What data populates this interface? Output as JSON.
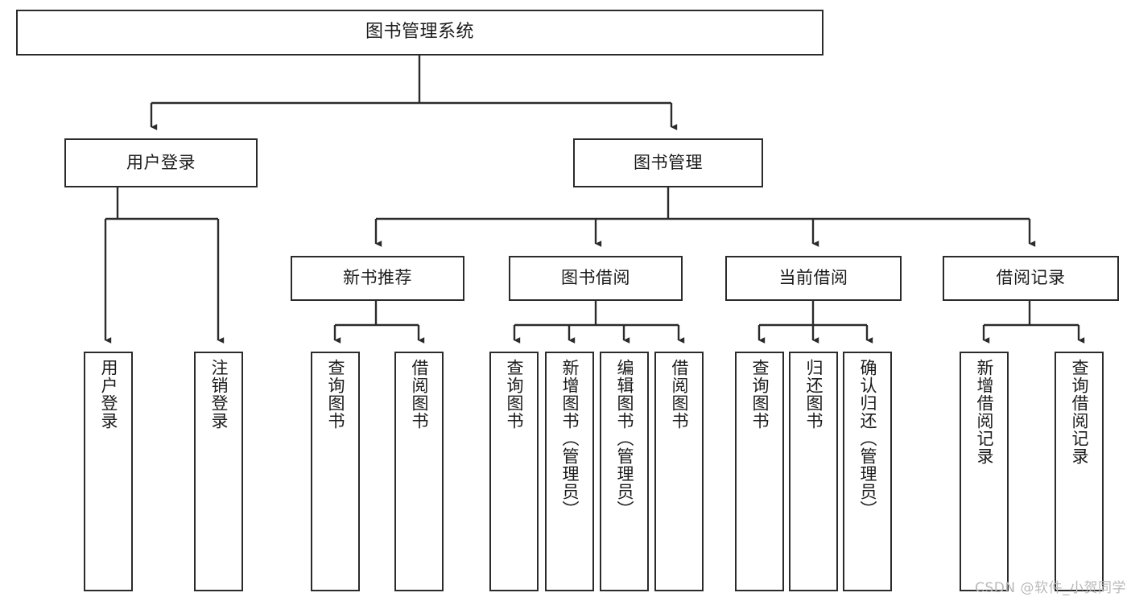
{
  "diagram": {
    "title": "图书管理系统",
    "type": "tree-hierarchy-chart",
    "colors": {
      "node_border": "#2b2b2b",
      "node_fill": "#ffffff",
      "edge": "#2b2b2b",
      "text": "#1b1b1b",
      "watermark": "#b9b9b9",
      "background": "#ffffff"
    },
    "watermark": "CSDN @软件_小贺同学"
  },
  "nodes": {
    "root": {
      "label": "图书管理系统"
    },
    "level1": [
      {
        "id": "user-login",
        "label": "用户登录"
      },
      {
        "id": "book-manage",
        "label": "图书管理"
      }
    ],
    "level2": [
      {
        "id": "new-book-recommend",
        "label": "新书推荐"
      },
      {
        "id": "book-borrow",
        "label": "图书借阅"
      },
      {
        "id": "current-borrow",
        "label": "当前借阅"
      },
      {
        "id": "borrow-record",
        "label": "借阅记录"
      }
    ],
    "leaves": {
      "user_login": [
        {
          "id": "leaf-user-login",
          "label": "用户登录"
        },
        {
          "id": "leaf-logout-login",
          "label": "注销登录"
        }
      ],
      "new_book_recommend": [
        {
          "id": "leaf-query-book-1",
          "label": "查询图书"
        },
        {
          "id": "leaf-borrow-book-1",
          "label": "借阅图书"
        }
      ],
      "book_borrow": [
        {
          "id": "leaf-query-book-2",
          "label": "查询图书"
        },
        {
          "id": "leaf-add-book",
          "label": "新增图书（管理员）"
        },
        {
          "id": "leaf-edit-book",
          "label": "编辑图书（管理员）"
        },
        {
          "id": "leaf-borrow-book-2",
          "label": "借阅图书"
        }
      ],
      "current_borrow": [
        {
          "id": "leaf-query-book-3",
          "label": "查询图书"
        },
        {
          "id": "leaf-return-book",
          "label": "归还图书"
        },
        {
          "id": "leaf-confirm-return",
          "label": "确认归还（管理员）"
        }
      ],
      "borrow_record": [
        {
          "id": "leaf-add-record",
          "label": "新增借阅记录"
        },
        {
          "id": "leaf-query-record",
          "label": "查询借阅记录"
        }
      ]
    }
  }
}
